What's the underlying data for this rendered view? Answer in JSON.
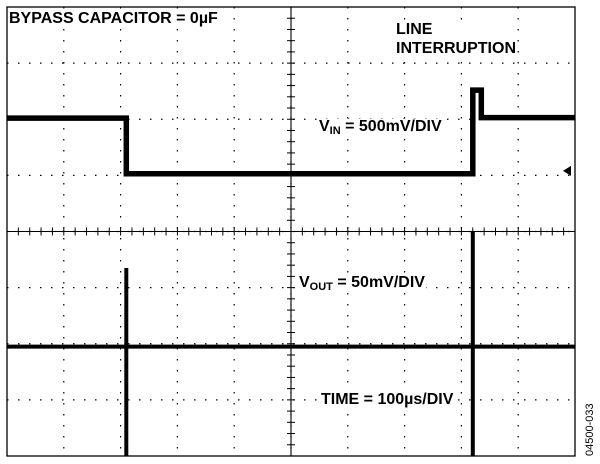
{
  "chart_data": {
    "type": "line",
    "title": "BYPASS CAPACITOR = 0µF",
    "annotation": [
      "LINE",
      "INTERRUPTION"
    ],
    "grid": true,
    "divisions": {
      "x": 10,
      "y": 8
    },
    "time_scale": {
      "label": "TIME = 100µs/DIV",
      "value": 100,
      "unit": "µs/DIV"
    },
    "series": [
      {
        "name_main": "V",
        "name_sub": "IN",
        "scale_text": " = 500mV/DIV",
        "volts_per_div": 0.5,
        "x_div": [
          0,
          2.1,
          2.1,
          8.2,
          8.2,
          8.35,
          8.35,
          10
        ],
        "y_div": [
          2.02,
          2.02,
          1.03,
          1.03,
          2.52,
          2.52,
          2.03,
          2.03
        ]
      },
      {
        "name_main": "V",
        "name_sub": "OUT",
        "scale_text": " = 50mV/DIV",
        "volts_per_div": 0.05,
        "x_div": [
          0,
          2.1,
          2.1,
          2.1,
          2.1,
          8.2,
          8.2,
          8.2,
          8.2,
          10
        ],
        "y_div": [
          -2.05,
          -2.05,
          -0.65,
          -4.0,
          -2.05,
          -2.05,
          0.0,
          -4.0,
          -2.05,
          -2.05
        ]
      }
    ],
    "trigger_marker": "left-arrow"
  },
  "figure_id": "04500-033"
}
